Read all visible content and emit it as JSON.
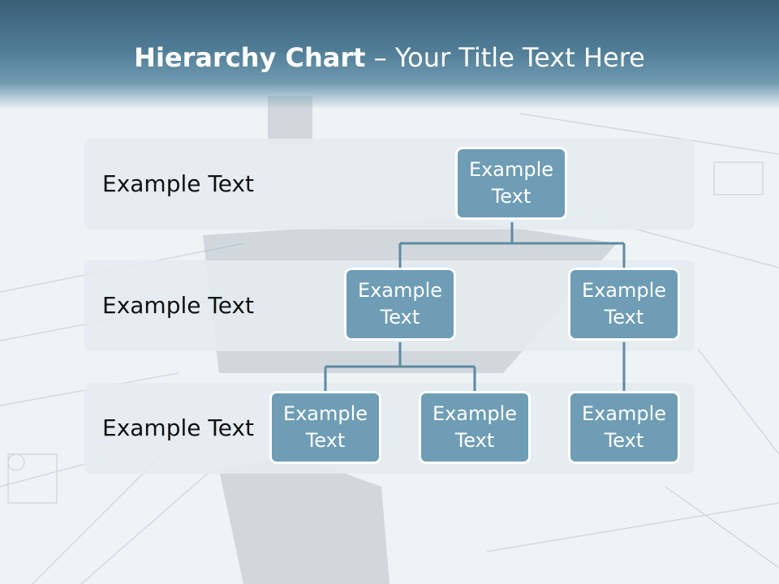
{
  "title": {
    "bold": "Hierarchy Chart",
    "rest": " – Your Title Text Here"
  },
  "rows": [
    {
      "label": "Example Text"
    },
    {
      "label": "Example Text"
    },
    {
      "label": "Example Text"
    }
  ],
  "nodes": {
    "root": {
      "line1": "Example",
      "line2": "Text"
    },
    "l2_left": {
      "line1": "Example",
      "line2": "Text"
    },
    "l2_right": {
      "line1": "Example",
      "line2": "Text"
    },
    "l3_a": {
      "line1": "Example",
      "line2": "Text"
    },
    "l3_b": {
      "line1": "Example",
      "line2": "Text"
    },
    "l3_c": {
      "line1": "Example",
      "line2": "Text"
    }
  },
  "colors": {
    "header": "#3b6077",
    "node_fill": "#6e9db5",
    "node_border": "#ffffff",
    "connector": "#5d8aa2"
  }
}
